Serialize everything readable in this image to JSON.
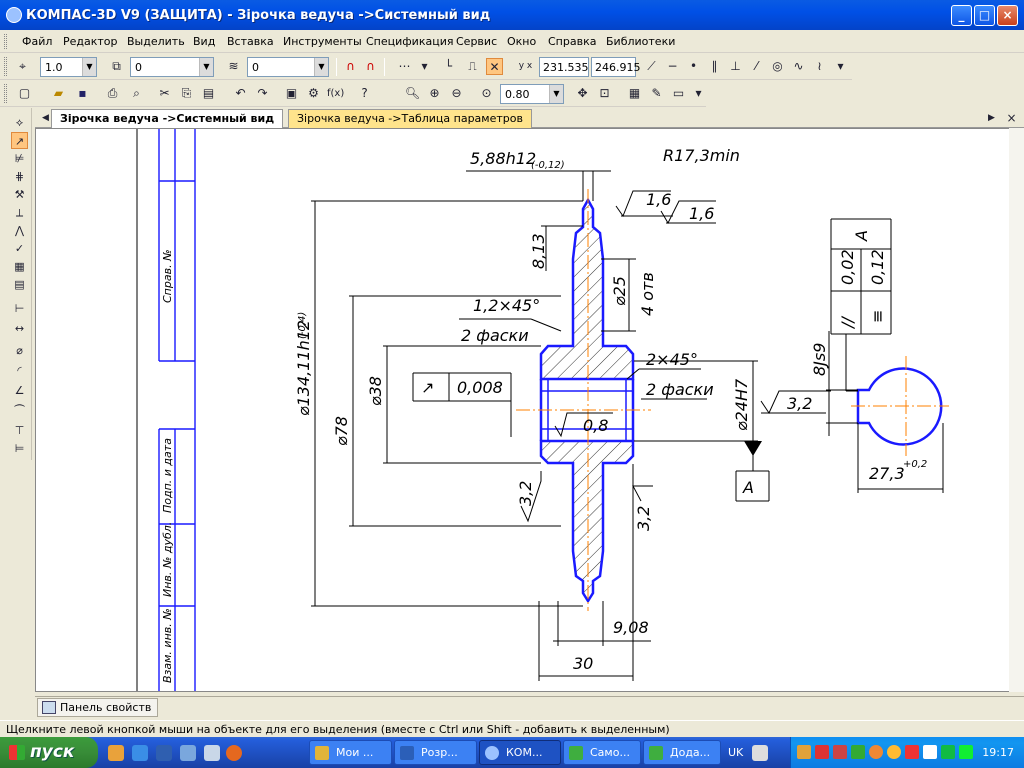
{
  "window": {
    "title": "КОМПАС-3D V9 (ЗАЩИТА) - Зірочка ведуча ->Системный вид",
    "minimize": "_",
    "maximize": "□",
    "close": "×"
  },
  "menu": [
    "Файл",
    "Редактор",
    "Выделить",
    "Вид",
    "Вставка",
    "Инструменты",
    "Спецификация",
    "Сервис",
    "Окно",
    "Справка",
    "Библиотеки"
  ],
  "toolbar1": {
    "line_scale": "1.0",
    "layer_state": "0",
    "layer": "0",
    "coord_x": "231.535",
    "coord_y": "246.915"
  },
  "toolbar2": {
    "zoom": "0.80"
  },
  "tabs": [
    {
      "label": "Зірочка ведуча ->Системный вид",
      "active": true
    },
    {
      "label": "Зірочка ведуча ->Таблица параметров",
      "active": false
    }
  ],
  "drawing": {
    "frame_labels": [
      "Справ. №",
      "Подп. и дата",
      "Инв. № дубл.",
      "Взам. инв. №"
    ],
    "dims": {
      "tooth_width": "5,88h12",
      "tooth_width_tol": "(-0,12)",
      "tooth_radius": "R17,3min",
      "rough_top": "1,6",
      "rough_top2": "1,6",
      "hub_h": "8,13",
      "hole_small": "⌀25",
      "holes_count": "4 отв",
      "chamfer1": "1,2×45°",
      "chamfer1_note": "2 фаски",
      "runout_sym": "↗",
      "runout_val": "0,008",
      "chamfer2": "2×45°",
      "chamfer2_note": "2 фаски",
      "dia_outer": "⌀134,11h12",
      "dia_outer_tol": "(-0,4)",
      "dia_78": "⌀78",
      "dia_38": "⌀38",
      "bore": "⌀24H7",
      "rough_bore": "0,8",
      "rough_side1": "3,2",
      "rough_side2": "3,2",
      "rough_key": "3,2",
      "datum": "A",
      "width_908": "9,08",
      "width_30": "30",
      "key_w": "8Js9",
      "key_t": "27,3",
      "key_t_tol": "+0,2",
      "tol_sym1": "//",
      "tol_val1": "0,02",
      "tol_sym2": "≡",
      "tol_val2": "0,12",
      "tol_datum": "A"
    }
  },
  "property_panel": "Панель свойств",
  "status_text": "Щелкните левой кнопкой мыши на объекте для его выделения (вместе с Ctrl или Shift - добавить к выделенным)",
  "taskbar": {
    "start": "пуск",
    "buttons": [
      "Мои ...",
      "Розр...",
      "КОМ...",
      "Само...",
      "Дода..."
    ],
    "lang": "UK",
    "clock": "19:17"
  }
}
